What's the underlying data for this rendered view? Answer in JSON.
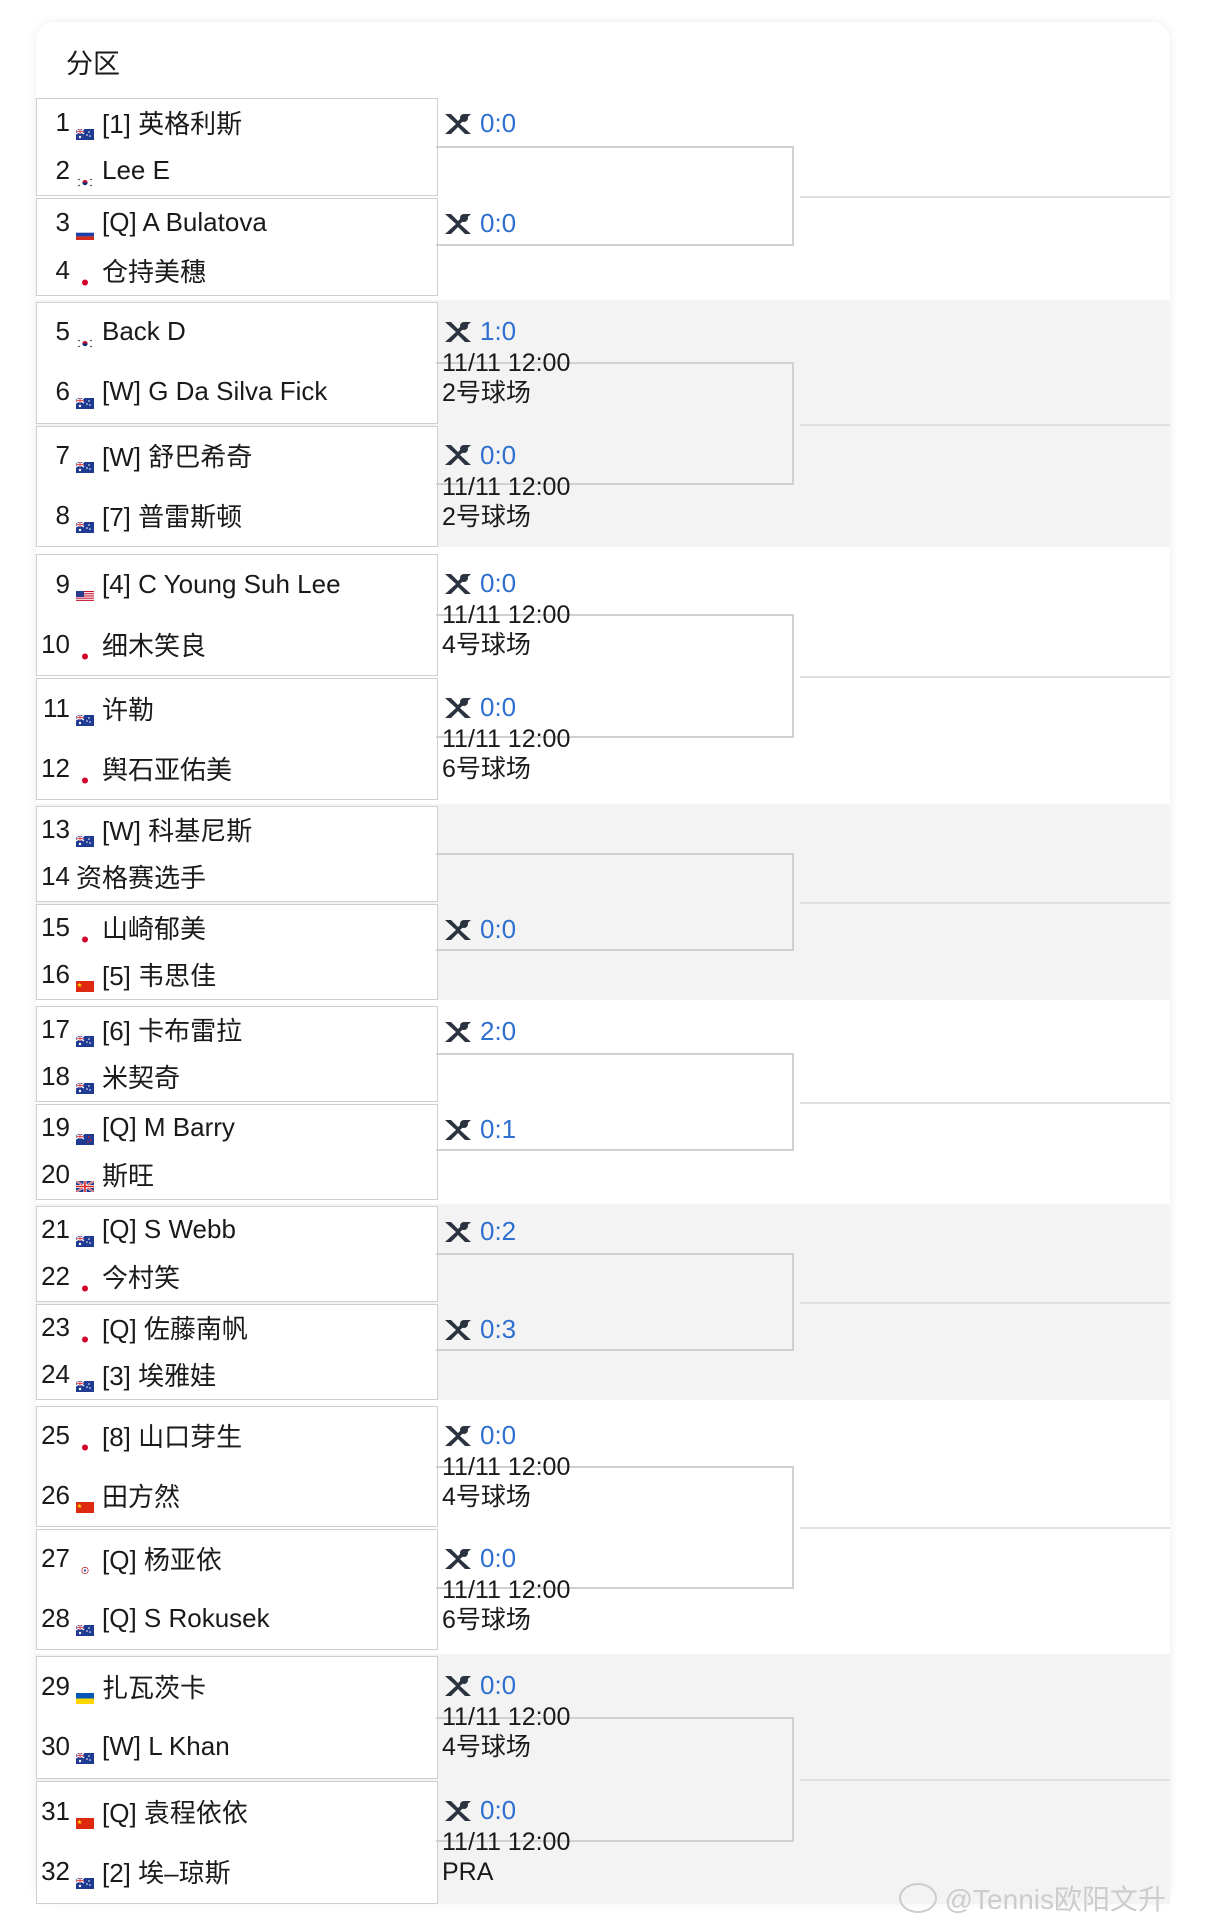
{
  "header": {
    "title": "分区"
  },
  "colors": {
    "score_blue": "#2e6fd0",
    "band_alt": "#f3f3f3"
  },
  "groups": [
    {
      "players": [
        {
          "seed": "1",
          "flag": "australia-flag",
          "name": "[1] 英格利斯"
        },
        {
          "seed": "2",
          "flag": "korea-flag",
          "name": "Lee E"
        },
        {
          "seed": "3",
          "flag": "russia-flag",
          "name": "[Q] A Bulatova"
        },
        {
          "seed": "4",
          "flag": "japan-flag",
          "name": "仓持美穗"
        }
      ],
      "matches": [
        {
          "score": "0:0",
          "time": "",
          "court": ""
        },
        {
          "score": "0:0",
          "time": "",
          "court": ""
        }
      ]
    },
    {
      "players": [
        {
          "seed": "5",
          "flag": "korea-flag",
          "name": "Back D"
        },
        {
          "seed": "6",
          "flag": "australia-flag",
          "name": "[W] G Da Silva Fick"
        },
        {
          "seed": "7",
          "flag": "australia-flag",
          "name": "[W] 舒巴希奇"
        },
        {
          "seed": "8",
          "flag": "australia-flag",
          "name": "[7] 普雷斯顿"
        }
      ],
      "matches": [
        {
          "score": "1:0",
          "time": "11/11 12:00",
          "court": "2号球场"
        },
        {
          "score": "0:0",
          "time": "11/11 12:00",
          "court": "2号球场"
        }
      ]
    },
    {
      "players": [
        {
          "seed": "9",
          "flag": "usa-flag",
          "name": "[4] C Young Suh Lee"
        },
        {
          "seed": "10",
          "flag": "japan-flag",
          "name": "细木笑良"
        },
        {
          "seed": "11",
          "flag": "australia-flag",
          "name": "许勒"
        },
        {
          "seed": "12",
          "flag": "japan-flag",
          "name": "舆石亚佑美"
        }
      ],
      "matches": [
        {
          "score": "0:0",
          "time": "11/11 12:00",
          "court": "4号球场"
        },
        {
          "score": "0:0",
          "time": "11/11 12:00",
          "court": "6号球场"
        }
      ]
    },
    {
      "players": [
        {
          "seed": "13",
          "flag": "australia-flag",
          "name": "[W] 科基尼斯"
        },
        {
          "seed": "14",
          "flag": "",
          "name": "资格赛选手"
        },
        {
          "seed": "15",
          "flag": "japan-flag",
          "name": "山崎郁美"
        },
        {
          "seed": "16",
          "flag": "china-flag",
          "name": "[5] 韦思佳"
        }
      ],
      "matches": [
        {
          "score": "",
          "time": "",
          "court": ""
        },
        {
          "score": "0:0",
          "time": "",
          "court": ""
        }
      ]
    },
    {
      "players": [
        {
          "seed": "17",
          "flag": "australia-flag",
          "name": "[6] 卡布雷拉"
        },
        {
          "seed": "18",
          "flag": "australia-flag",
          "name": "米契奇"
        },
        {
          "seed": "19",
          "flag": "newzealand-flag",
          "name": "[Q] M Barry"
        },
        {
          "seed": "20",
          "flag": "uk-flag",
          "name": "斯旺"
        }
      ],
      "matches": [
        {
          "score": "2:0",
          "time": "",
          "court": ""
        },
        {
          "score": "0:1",
          "time": "",
          "court": ""
        }
      ]
    },
    {
      "players": [
        {
          "seed": "21",
          "flag": "australia-flag",
          "name": "[Q] S Webb"
        },
        {
          "seed": "22",
          "flag": "japan-flag",
          "name": "今村笑"
        },
        {
          "seed": "23",
          "flag": "japan-flag",
          "name": "[Q] 佐藤南帆"
        },
        {
          "seed": "24",
          "flag": "australia-flag",
          "name": "[3] 埃雅娃"
        }
      ],
      "matches": [
        {
          "score": "0:2",
          "time": "",
          "court": ""
        },
        {
          "score": "0:3",
          "time": "",
          "court": ""
        }
      ]
    },
    {
      "players": [
        {
          "seed": "25",
          "flag": "japan-flag",
          "name": "[8] 山口芽生"
        },
        {
          "seed": "26",
          "flag": "china-flag",
          "name": "田方然"
        },
        {
          "seed": "27",
          "flag": "taipei-flag",
          "name": "[Q] 杨亚依"
        },
        {
          "seed": "28",
          "flag": "australia-flag",
          "name": "[Q] S Rokusek"
        }
      ],
      "matches": [
        {
          "score": "0:0",
          "time": "11/11 12:00",
          "court": "4号球场"
        },
        {
          "score": "0:0",
          "time": "11/11 12:00",
          "court": "6号球场"
        }
      ]
    },
    {
      "players": [
        {
          "seed": "29",
          "flag": "ukraine-flag",
          "name": "扎瓦茨卡"
        },
        {
          "seed": "30",
          "flag": "australia-flag",
          "name": "[W] L Khan"
        },
        {
          "seed": "31",
          "flag": "china-flag",
          "name": "[Q] 袁程依依"
        },
        {
          "seed": "32",
          "flag": "australia-flag",
          "name": "[2] 埃–琼斯"
        }
      ],
      "matches": [
        {
          "score": "0:0",
          "time": "11/11 12:00",
          "court": "4号球场"
        },
        {
          "score": "0:0",
          "time": "11/11 12:00",
          "court": "PRA"
        }
      ]
    }
  ],
  "watermark": {
    "text": "@Tennis欧阳文升"
  }
}
